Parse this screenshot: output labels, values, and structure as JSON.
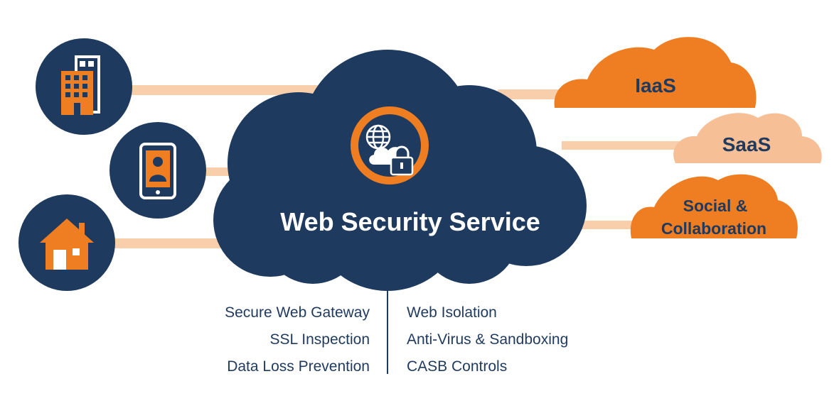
{
  "colors": {
    "navy": "#1f3a5f",
    "orange": "#ef7d22",
    "peach": "#f6bf95",
    "connector": "#f9cfab",
    "white": "#ffffff"
  },
  "center": {
    "title": "Web Security Service",
    "icon": "globe-cloud-lock-icon"
  },
  "endpoints": [
    {
      "name": "office-building",
      "icon": "building-icon"
    },
    {
      "name": "mobile-user",
      "icon": "smartphone-user-icon"
    },
    {
      "name": "home-office",
      "icon": "house-icon"
    }
  ],
  "destinations": {
    "iaas": "IaaS",
    "saas": "SaaS",
    "social_line1": "Social &",
    "social_line2": "Collaboration"
  },
  "features": {
    "left": [
      "Secure Web Gateway",
      "SSL Inspection",
      "Data Loss Prevention"
    ],
    "right": [
      "Web Isolation",
      "Anti-Virus & Sandboxing",
      "CASB Controls"
    ]
  }
}
